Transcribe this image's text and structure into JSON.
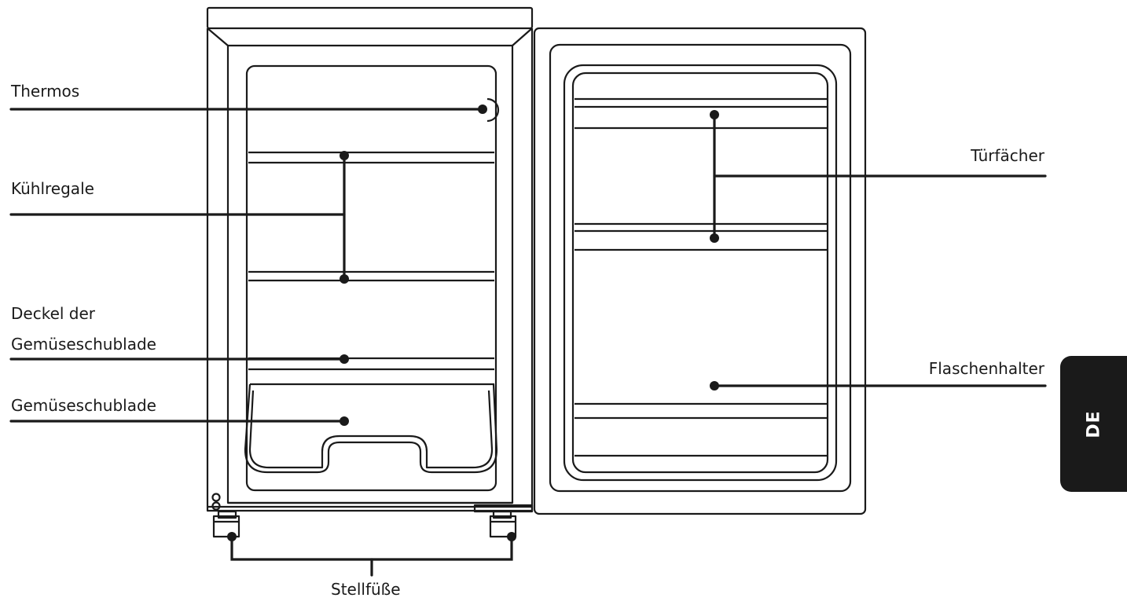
{
  "labels": {
    "thermos": "Thermos",
    "kuehlregale": "Kühlregale",
    "deckel_line1": "Deckel der",
    "deckel_line2": "Gemüseschublade",
    "gemueseschublade": "Gemüseschublade",
    "tuerfaecher": "Türfächer",
    "flaschenhalter": "Flaschenhalter",
    "stellfuesse": "Stellfüße"
  },
  "language_tab": "DE",
  "colors": {
    "line": "#1a1a1a",
    "tab_bg": "#1a1a1a",
    "tab_text": "#ffffff"
  }
}
